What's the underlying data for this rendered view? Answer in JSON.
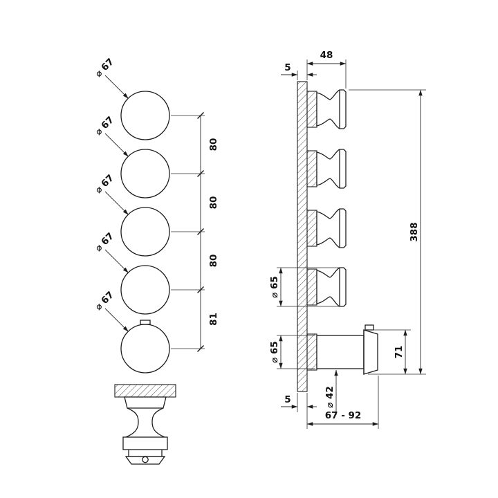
{
  "drawing": {
    "front_view": {
      "diameter_labels": [
        "⌀ 67",
        "⌀ 67",
        "⌀ 67",
        "⌀ 67",
        "⌀ 67"
      ],
      "spacing_labels": [
        "80",
        "80",
        "80",
        "81"
      ]
    },
    "side_view": {
      "knob_projection": "48",
      "wall_thickness_top": "5",
      "total_height": "388",
      "knob_diameter": "⌀ 65",
      "lower_knob_diameter": "⌀ 65",
      "lower_knob_height": "71",
      "body_diameter": "⌀ 42",
      "wall_thickness_bottom": "5",
      "depth_range": "67 - 92"
    }
  }
}
